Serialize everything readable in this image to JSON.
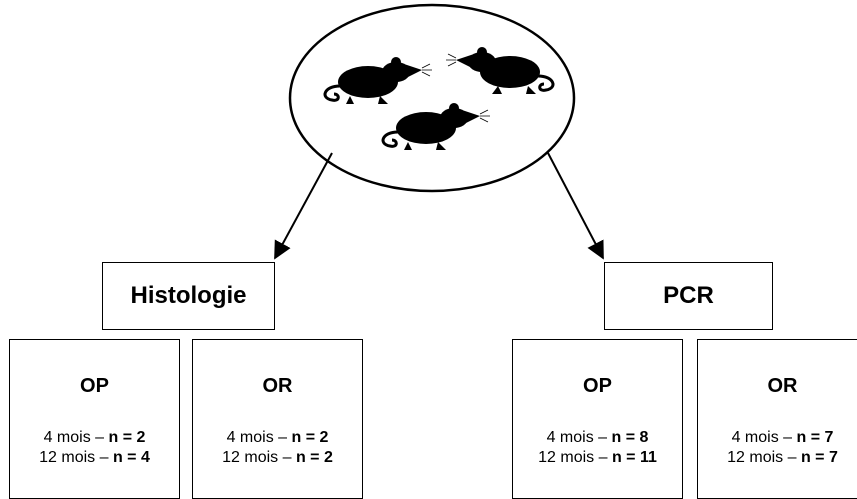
{
  "top_node": {
    "icon": "rats-icon"
  },
  "methods": [
    {
      "id": "histologie",
      "label": "Histologie",
      "groups": [
        {
          "title": "OP",
          "lines": [
            {
              "prefix": "4 mois – ",
              "count": "n = 2"
            },
            {
              "prefix": "12 mois – ",
              "count": "n = 4"
            }
          ]
        },
        {
          "title": "OR",
          "lines": [
            {
              "prefix": "4 mois – ",
              "count": "n = 2"
            },
            {
              "prefix": "12 mois – ",
              "count": "n = 2"
            }
          ]
        }
      ]
    },
    {
      "id": "pcr",
      "label": "PCR",
      "groups": [
        {
          "title": "OP",
          "lines": [
            {
              "prefix": "4 mois – ",
              "count": "n = 8"
            },
            {
              "prefix": "12 mois – ",
              "count": "n = 11"
            }
          ]
        },
        {
          "title": "OR",
          "lines": [
            {
              "prefix": "4 mois – ",
              "count": "n = 7"
            },
            {
              "prefix": "12 mois – ",
              "count": "n = 7"
            }
          ]
        }
      ]
    }
  ],
  "colors": {
    "stroke": "#000000",
    "fill": "#000000",
    "background": "#ffffff"
  }
}
